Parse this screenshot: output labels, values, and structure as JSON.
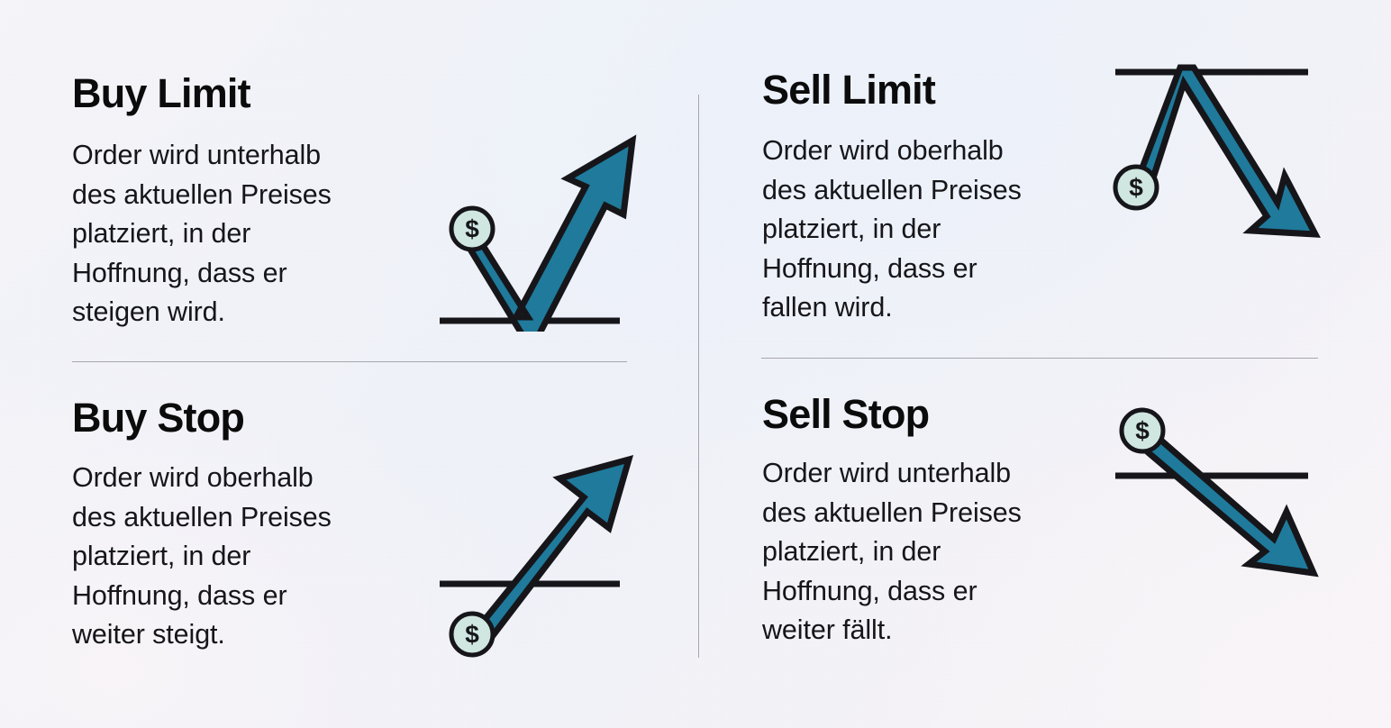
{
  "meta": {
    "language": "de",
    "layout": "2x2 quadrant infographic",
    "accent_color": "#1f7a9c",
    "outline_color": "#16161a",
    "coin_fill": "#d0e6e1",
    "divider_color": "#a7a6ae",
    "text_color": "#0b0b0c",
    "background": "light lavender-to-blue gradient"
  },
  "quadrants": [
    {
      "id": "buy-limit",
      "title": "Buy Limit",
      "description": "Order wird unterhalb\ndes aktuellen Preises\nplatziert, in der\nHoffnung, dass er\nsteigen wird.",
      "diagram": {
        "name": "buy-limit-diagram",
        "shape": "v-shaped-arrow-up",
        "coin_label": "$",
        "coin_position": "upper-left",
        "line_position": "bottom",
        "arrow_direction": "up-right",
        "description": "Price dips down to the horizontal level line, then rebounds upward with a large arrowhead"
      }
    },
    {
      "id": "sell-limit",
      "title": "Sell Limit",
      "description": "Order wird oberhalb\ndes aktuellen Preises\nplatziert, in der\nHoffnung, dass er\nfallen wird.",
      "diagram": {
        "name": "sell-limit-diagram",
        "shape": "inverted-v-arrow-down",
        "coin_label": "$",
        "coin_position": "lower-left",
        "line_position": "top",
        "arrow_direction": "down-right",
        "description": "Price rises to the horizontal level line at the top, then falls downward with a large arrowhead"
      }
    },
    {
      "id": "buy-stop",
      "title": "Buy Stop",
      "description": "Order wird oberhalb\ndes aktuellen Preises\nplatziert, in der\nHoffnung, dass er\nweiter steigt.",
      "diagram": {
        "name": "buy-stop-diagram",
        "shape": "straight-arrow-up",
        "coin_label": "$",
        "coin_position": "bottom-left",
        "line_position": "lower-middle",
        "arrow_direction": "up-right",
        "description": "Price rises in a straight line from below, crossing the horizontal level line upward"
      }
    },
    {
      "id": "sell-stop",
      "title": "Sell Stop",
      "description": "Order wird unterhalb\ndes aktuellen Preises\nplatziert, in der\nHoffnung, dass er\nweiter fällt.",
      "diagram": {
        "name": "sell-stop-diagram",
        "shape": "straight-arrow-down",
        "coin_label": "$",
        "coin_position": "top-left",
        "line_position": "upper-middle",
        "arrow_direction": "down-right",
        "description": "Price falls in a straight line from above, crossing the horizontal level line downward"
      }
    }
  ]
}
